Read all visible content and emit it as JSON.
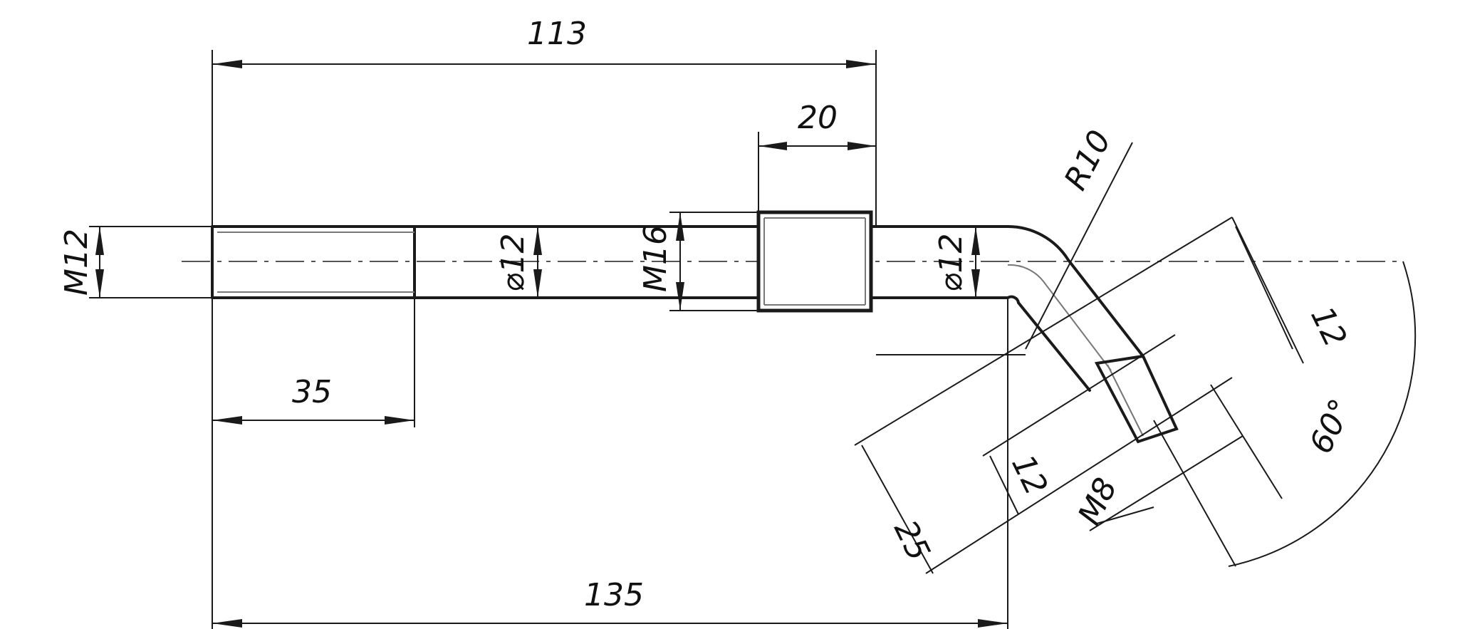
{
  "margin_text": "",
  "dimensions": {
    "total_to_nut": "113",
    "nut_length": "20",
    "bend_radius": "R10",
    "thread_dia_left": "M12",
    "rod_dia_1": "⌀12",
    "nut_thread": "M16",
    "rod_dia_2": "⌀12",
    "leg_width": "12",
    "thread_length_left": "35",
    "leg_length": "25",
    "leg_thread_length": "12",
    "leg_thread": "M8",
    "bend_angle": "60°",
    "overall_length": "135"
  },
  "colors": {
    "line": "#1a1a1a",
    "thread": "#777777",
    "background": "#ffffff"
  }
}
